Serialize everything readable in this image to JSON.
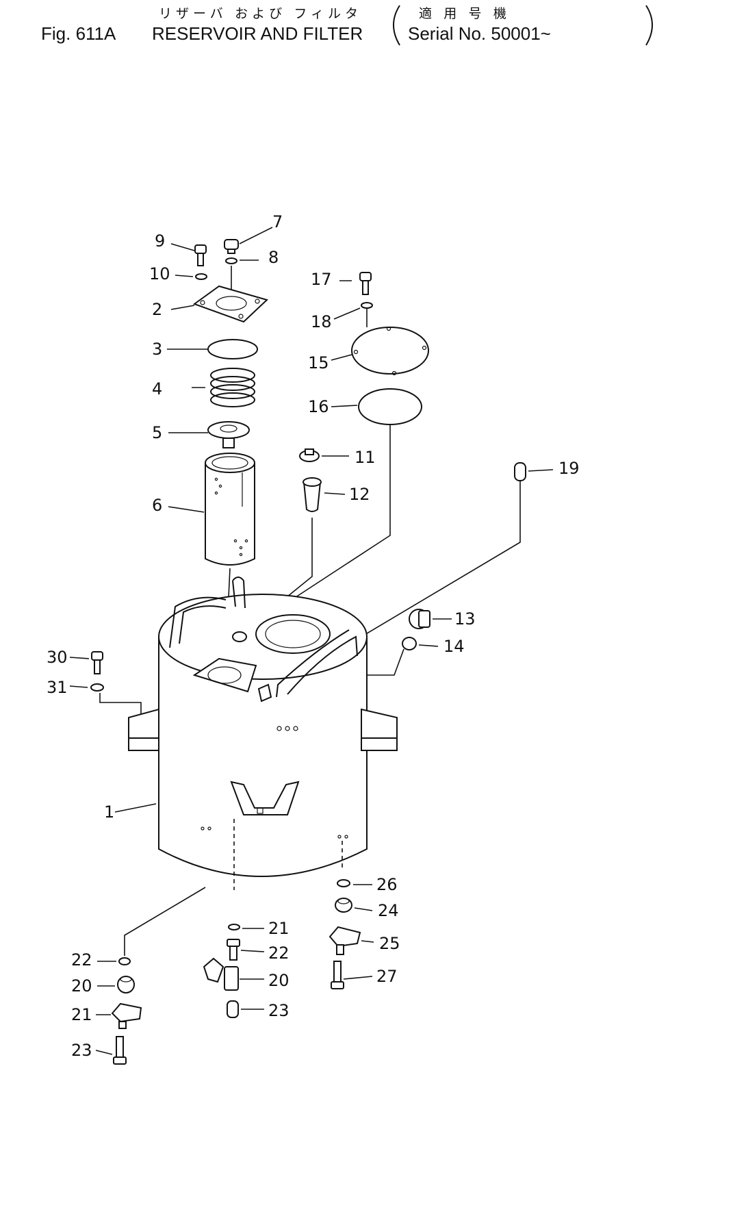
{
  "header": {
    "fig_label": "Fig. 611A",
    "title_jp": "リザーバ および フィルタ",
    "title": "RESERVOIR AND FILTER",
    "serial_jp": "適 用 号 機",
    "serial": "Serial No. 50001~"
  },
  "callouts": {
    "c1": "1",
    "c2": "2",
    "c3": "3",
    "c4": "4",
    "c5": "5",
    "c6": "6",
    "c7": "7",
    "c8": "8",
    "c9": "9",
    "c10": "10",
    "c11": "11",
    "c12": "12",
    "c13": "13",
    "c14": "14",
    "c15": "15",
    "c16": "16",
    "c17": "17",
    "c18": "18",
    "c19": "19",
    "c30": "30",
    "c31": "31",
    "c26": "26",
    "c24": "24",
    "c25": "25",
    "c27": "27",
    "c21a": "21",
    "c22a": "22",
    "c20a": "20",
    "c23a": "23",
    "c22b": "22",
    "c20b": "20",
    "c21b": "21",
    "c23b": "23"
  }
}
